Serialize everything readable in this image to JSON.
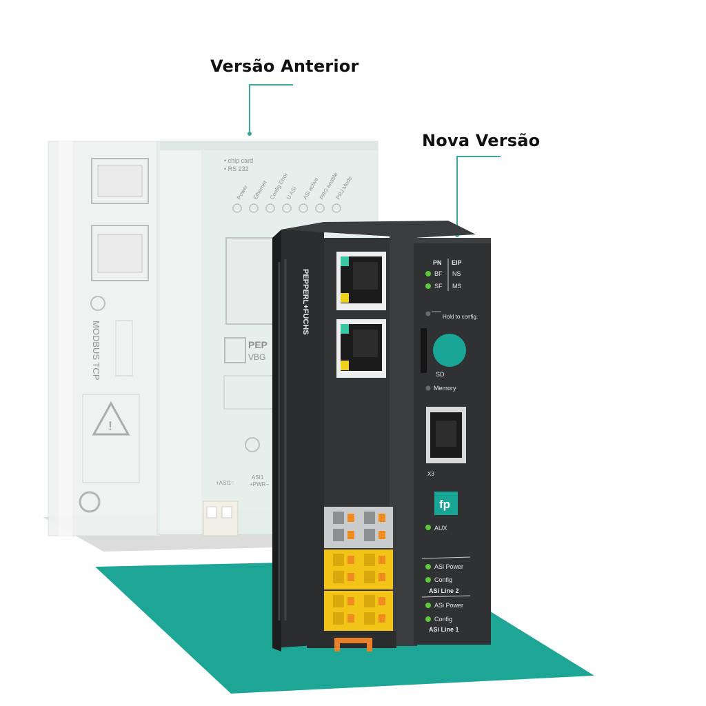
{
  "labels": {
    "previous_version": "Versão Anterior",
    "new_version": "Nova Versão"
  },
  "old_device": {
    "protocol_text": "MODBUS TCP",
    "leds": [
      "Power",
      "Ethernet",
      "Config Error",
      "U ASi",
      "ASi active",
      "PRG enable",
      "PRJ Mode"
    ],
    "notes": [
      "• chip card",
      "• RS 232"
    ],
    "brand_partial": "PEP",
    "model_partial": "VBG",
    "port_labels": [
      "+ASI1−",
      "ASI1",
      "+PWR−"
    ]
  },
  "new_device": {
    "header_pn": "PN",
    "header_eip": "EIP",
    "status_rows": [
      {
        "left": "BF",
        "right": "NS"
      },
      {
        "left": "SF",
        "right": "MS"
      }
    ],
    "hold_label": "Hold to config.",
    "sd_label": "SD",
    "memory_label": "Memory",
    "port_label": "X3",
    "aux_label": "AUX",
    "line2": {
      "power": "ASi Power",
      "config": "Config",
      "title": "ASi Line 2"
    },
    "line1": {
      "power": "ASi Power",
      "config": "Config",
      "title": "ASi Line 1"
    },
    "side_brand": "PEPPERL+FUCHS"
  },
  "colors": {
    "accent_teal": "#18a595",
    "led_green": "#5cc93a",
    "terminal_yellow": "#f2c418",
    "housing": "#2e3032"
  }
}
